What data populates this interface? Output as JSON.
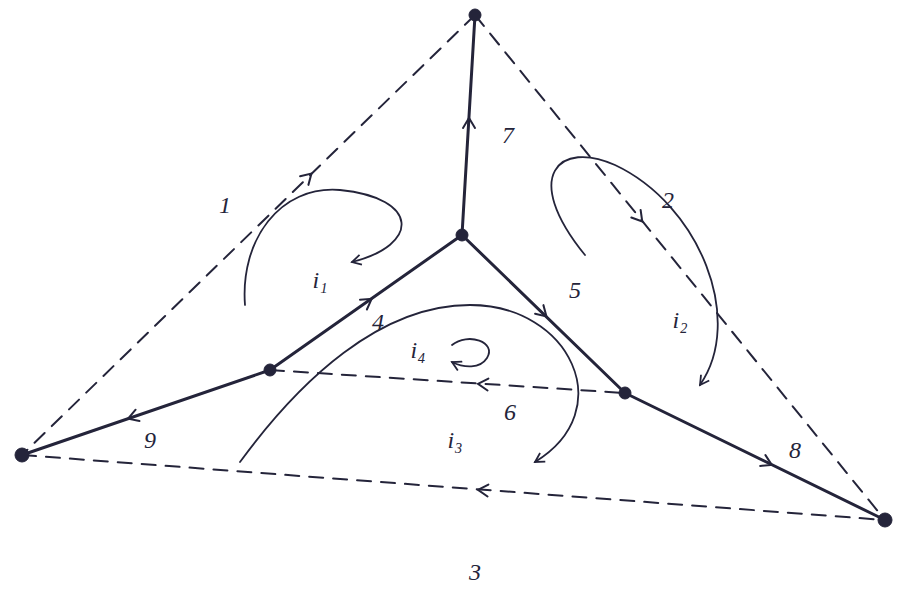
{
  "diagram": {
    "labels": [
      "7",
      "1",
      "i₁",
      "2",
      "4",
      "5",
      "i₂",
      "i₄",
      "6",
      "i₃",
      "9",
      "8",
      "3"
    ]
  }
}
